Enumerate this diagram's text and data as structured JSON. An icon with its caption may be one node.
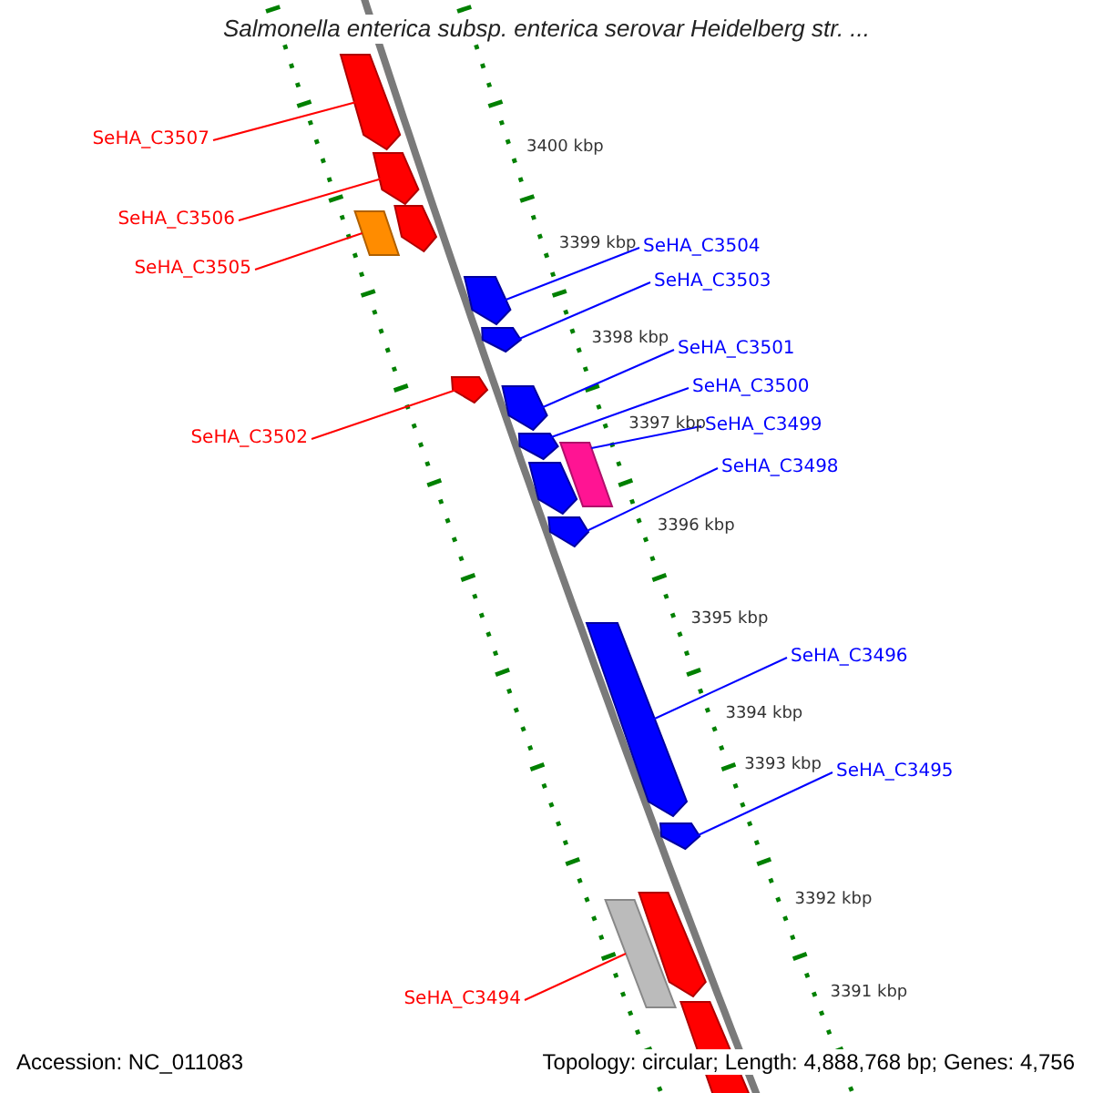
{
  "diagram": {
    "title": "Salmonella enterica subsp. enterica serovar Heidelberg str. ...",
    "nodes": [
      {
        "text": [
          "SeHA_C3507"
        ]
      },
      {
        "text": [
          "SeHA_C3506"
        ]
      },
      {
        "text": [
          "SeHA_C3505"
        ]
      },
      {
        "text": [
          "SeHA_C3502"
        ]
      },
      {
        "text": [
          "SeHA_C3494"
        ]
      },
      {
        "text": [
          "SeHA_C3504"
        ]
      },
      {
        "text": [
          "SeHA_C3503"
        ]
      },
      {
        "text": [
          "SeHA_C3501"
        ]
      },
      {
        "text": [
          "SeHA_C3500"
        ]
      },
      {
        "text": [
          "SeHA_C3499"
        ]
      },
      {
        "text": [
          "SeHA_C3498"
        ]
      },
      {
        "text": [
          "SeHA_C3496"
        ]
      },
      {
        "text": [
          "SeHA_C3495"
        ]
      },
      {
        "text": [],
        "shape": "arrow"
      },
      {
        "text": [],
        "shape": "arrow"
      },
      {
        "text": [],
        "shape": "arrow"
      },
      {
        "text": [],
        "shape": "box"
      },
      {
        "text": [],
        "shape": "arrow"
      },
      {
        "text": [],
        "shape": "arrow"
      },
      {
        "text": [],
        "shape": "arrow"
      },
      {
        "text": [],
        "shape": "arrow"
      },
      {
        "text": [],
        "shape": "arrow"
      },
      {
        "text": [],
        "shape": "box"
      },
      {
        "text": [],
        "shape": "arrow"
      },
      {
        "text": [],
        "shape": "arrow"
      },
      {
        "text": [],
        "shape": "arrow"
      },
      {
        "text": [],
        "shape": "arrow"
      },
      {
        "text": [],
        "shape": "box"
      },
      {
        "text": [],
        "shape": "arrow"
      },
      {
        "text": [],
        "shape": "arrow"
      }
    ],
    "edges": [
      {
        "from": 0,
        "to": 13,
        "arrow": "none",
        "color": "#ff0000"
      },
      {
        "from": 1,
        "to": 14,
        "arrow": "none",
        "color": "#ff0000"
      },
      {
        "from": 2,
        "to": 16,
        "arrow": "none",
        "color": "#ff0000"
      },
      {
        "from": 3,
        "to": 19,
        "arrow": "none",
        "color": "#ff0000"
      },
      {
        "from": 4,
        "to": 27,
        "arrow": "none",
        "color": "#ff0000"
      },
      {
        "from": 5,
        "to": 17,
        "arrow": "none",
        "color": "#0000ff"
      },
      {
        "from": 6,
        "to": 18,
        "arrow": "none",
        "color": "#0000ff"
      },
      {
        "from": 7,
        "to": 20,
        "arrow": "none",
        "color": "#0000ff"
      },
      {
        "from": 8,
        "to": 21,
        "arrow": "none",
        "color": "#0000ff"
      },
      {
        "from": 9,
        "to": 22,
        "arrow": "none",
        "color": "#0000ff"
      },
      {
        "from": 10,
        "to": 24,
        "arrow": "none",
        "color": "#0000ff"
      },
      {
        "from": 11,
        "to": 25,
        "arrow": "none",
        "color": "#0000ff"
      },
      {
        "from": 12,
        "to": 26,
        "arrow": "none",
        "color": "#0000ff"
      }
    ],
    "labels": [
      "3400 kbp",
      "3399 kbp",
      "3398 kbp",
      "3397 kbp",
      "3396 kbp",
      "3395 kbp",
      "3394 kbp",
      "3393 kbp",
      "3392 kbp",
      "3391 kbp",
      "Accession: NC_011083",
      "Topology: circular; Length: 4,888,768 bp; Genes: 4,756"
    ]
  }
}
